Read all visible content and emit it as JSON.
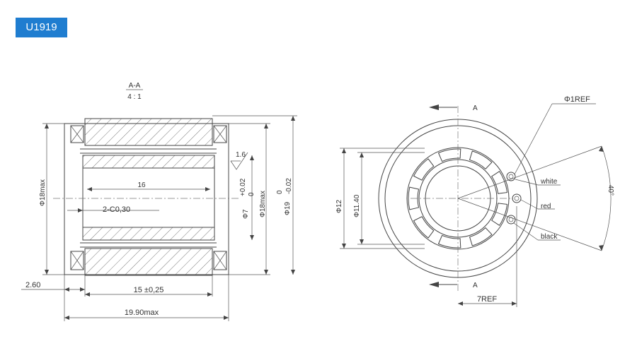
{
  "badge": {
    "label": "U1919"
  },
  "section": {
    "title": "A-A",
    "scale": "4 : 1"
  },
  "left_view": {
    "dim_16": "16",
    "dim_chamfer": "2-C0,30",
    "dim_bore_diam": "Φ7",
    "dim_bore_tol_upper": "+0.02",
    "dim_bore_tol_lower": "0",
    "dim_18max_inner": "Φ18max",
    "dim_19": "Φ19",
    "dim_19_tol_upper": "0",
    "dim_19_tol_lower": "-0.02",
    "dim_18max_outer": "Φ18max",
    "roughness": "1.6",
    "dim_2_60": "2.60",
    "dim_15": "15 ±0,25",
    "dim_19_90": "19.90max"
  },
  "right_view": {
    "section_mark_top": "A",
    "section_mark_bottom": "A",
    "dim_1ref": "Φ1REF",
    "wire_white": "white",
    "wire_red": "red",
    "wire_black": "black",
    "angle_40": "40°",
    "dim_12": "Φ12",
    "dim_11_40": "Φ11.40",
    "dim_7ref": "7REF"
  }
}
